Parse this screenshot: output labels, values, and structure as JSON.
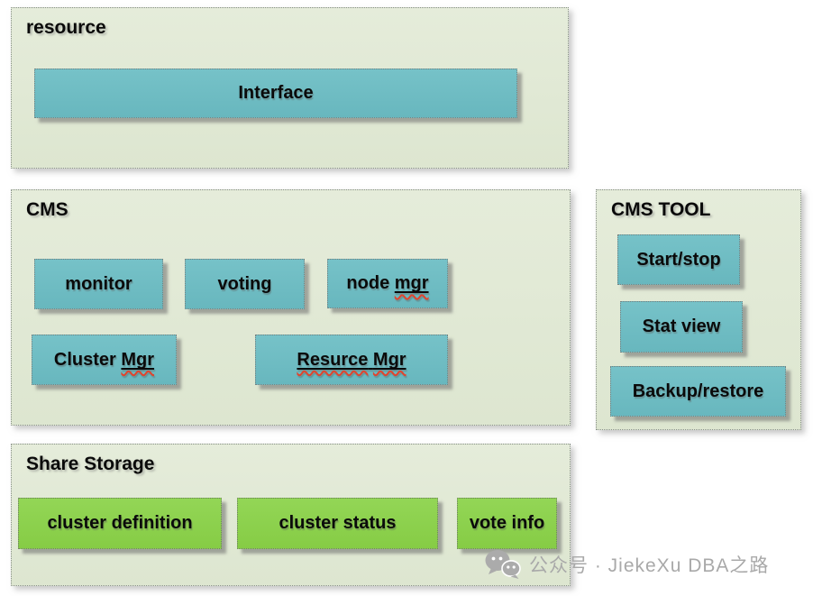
{
  "panels": {
    "resource": {
      "title": "resource",
      "boxes": [
        {
          "name": "interface",
          "parts": [
            {
              "text": "Interface"
            }
          ]
        }
      ]
    },
    "cms": {
      "title": "CMS",
      "boxes": [
        {
          "name": "monitor",
          "parts": [
            {
              "text": "monitor"
            }
          ]
        },
        {
          "name": "voting",
          "parts": [
            {
              "text": "voting"
            }
          ]
        },
        {
          "name": "node-mgr",
          "parts": [
            {
              "text": "node "
            },
            {
              "text": "mgr",
              "underline": true,
              "wavy": true
            }
          ]
        },
        {
          "name": "cluster-mgr",
          "parts": [
            {
              "text": "Cluster "
            },
            {
              "text": "Mgr",
              "underline": true,
              "wavy": true
            }
          ]
        },
        {
          "name": "resurce-mgr",
          "parts": [
            {
              "text": "Resurce",
              "underline": true,
              "wavy": true
            },
            {
              "text": " ",
              "underline": true
            },
            {
              "text": "Mgr",
              "underline": true,
              "wavy": true
            }
          ]
        }
      ]
    },
    "cms_tool": {
      "title": "CMS TOOL",
      "boxes": [
        {
          "name": "start-stop",
          "parts": [
            {
              "text": "Start/stop"
            }
          ]
        },
        {
          "name": "stat-view",
          "parts": [
            {
              "text": "Stat view"
            }
          ]
        },
        {
          "name": "backup-restore",
          "parts": [
            {
              "text": "Backup/restore"
            }
          ]
        }
      ]
    },
    "share_storage": {
      "title": "Share Storage",
      "boxes": [
        {
          "name": "cluster-definition",
          "parts": [
            {
              "text": "cluster definition"
            }
          ]
        },
        {
          "name": "cluster-status",
          "parts": [
            {
              "text": "cluster status"
            }
          ]
        },
        {
          "name": "vote-info",
          "parts": [
            {
              "text": "vote info"
            }
          ]
        }
      ]
    }
  },
  "watermark": {
    "icon": "wechat-icon",
    "text": "公众号 · JiekeXu DBA之路"
  },
  "colors": {
    "panel_background": "#dfe7d4",
    "teal_box": "#6fbdc4",
    "green_box": "#8dd04f",
    "squiggle_red": "#e0442e",
    "text": "#0a0a0a",
    "watermark_gray": "#a9a9a9"
  }
}
